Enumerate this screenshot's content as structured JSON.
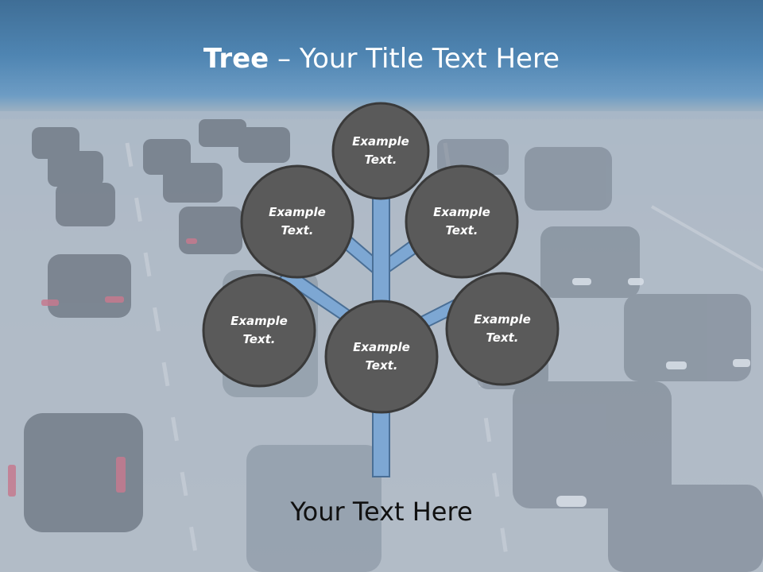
{
  "slide": {
    "title_bold": "Tree",
    "title_rest": " – Your Title Text Here",
    "footer": "Your Text Here"
  },
  "diagram": {
    "nodes": [
      {
        "id": "top",
        "line1": "Example",
        "line2": "Text."
      },
      {
        "id": "upper-left",
        "line1": "Example",
        "line2": "Text."
      },
      {
        "id": "upper-right",
        "line1": "Example",
        "line2": "Text."
      },
      {
        "id": "lower-left",
        "line1": "Example",
        "line2": "Text."
      },
      {
        "id": "center",
        "line1": "Example",
        "line2": "Text."
      },
      {
        "id": "lower-right",
        "line1": "Example",
        "line2": "Text."
      }
    ]
  },
  "colors": {
    "node_fill": "#5a5a5a",
    "node_stroke": "#3a3a3a",
    "trunk_fill": "#7da7d3",
    "trunk_stroke": "#4a6f96"
  }
}
